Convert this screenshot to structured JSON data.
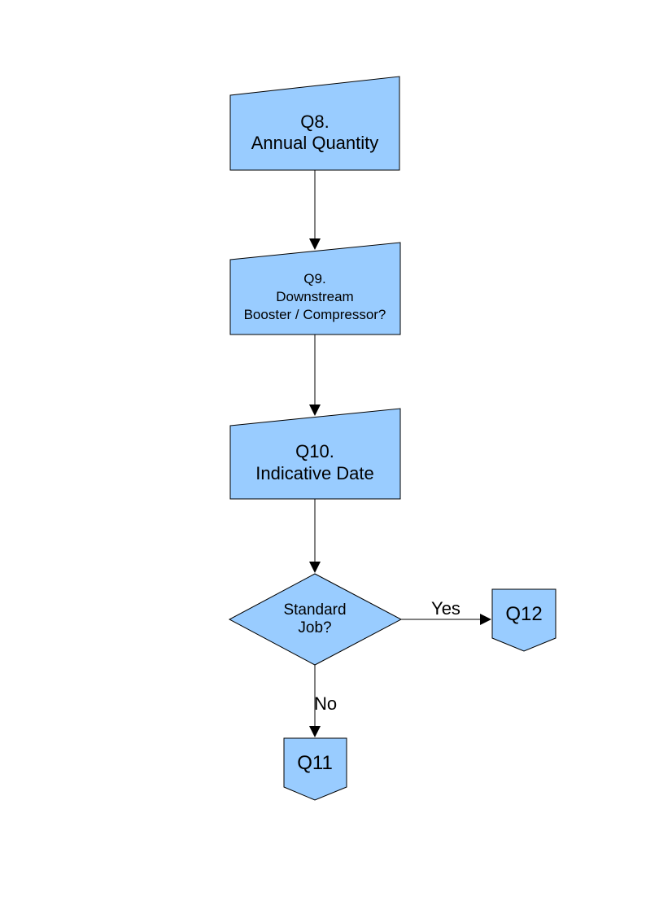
{
  "colors": {
    "node_fill": "#99CCFF",
    "node_stroke": "#000000",
    "connector_line": "#000000",
    "text": "#000000",
    "background": "#FFFFFF"
  },
  "flowchart": {
    "nodes": {
      "q8": {
        "shape": "manual-input",
        "lines": [
          "Q8.",
          "Annual Quantity"
        ]
      },
      "q9": {
        "shape": "manual-input",
        "lines": [
          "Q9.",
          "Downstream",
          "Booster / Compressor?"
        ]
      },
      "q10": {
        "shape": "manual-input",
        "lines": [
          "Q10.",
          "Indicative Date"
        ]
      },
      "standard_job": {
        "shape": "decision-diamond",
        "lines": [
          "Standard",
          "Job?"
        ]
      },
      "q12": {
        "shape": "off-page-connector",
        "label": "Q12"
      },
      "q11": {
        "shape": "off-page-connector",
        "label": "Q11"
      }
    },
    "edges": {
      "yes": {
        "label": "Yes"
      },
      "no": {
        "label": "No"
      }
    }
  }
}
